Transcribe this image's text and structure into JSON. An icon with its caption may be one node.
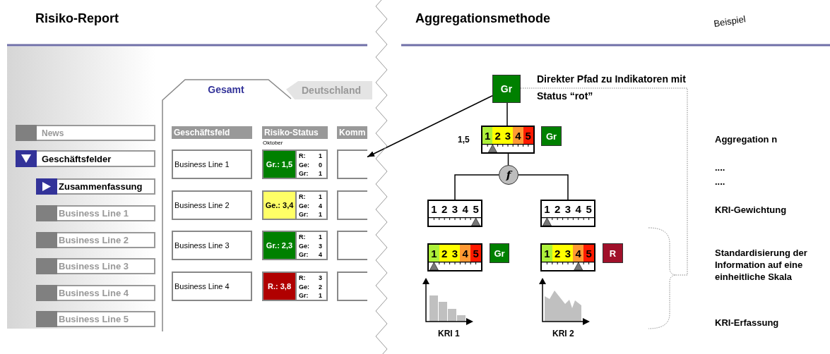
{
  "diagram": {
    "nodes": [
      {
        "text": [
          "Gesamt"
        ]
      },
      {
        "text": [
          "Deutschland"
        ]
      },
      {
        "text": [
          "News"
        ]
      },
      {
        "text": [
          "Geschäftsfelder"
        ]
      },
      {
        "text": [
          "Zusammenfassung"
        ]
      },
      {
        "text": [
          "Business Line 1"
        ]
      },
      {
        "text": [
          "Business Line 2"
        ]
      },
      {
        "text": [
          "Business Line 3"
        ]
      },
      {
        "text": [
          "Business Line 4"
        ]
      },
      {
        "text": [
          "Business Line 5"
        ]
      },
      {
        "text": [
          "Geschäftsfeld"
        ]
      },
      {
        "text": [
          "Risiko-Status"
        ],
        "beside": [
          "Oktober"
        ]
      },
      {
        "text": [
          "Komm"
        ]
      },
      {
        "text": [
          "Business Line 1"
        ]
      },
      {
        "text": [
          "Gr.: 1,5"
        ]
      },
      {
        "text": [
          "R:",
          "1",
          "Ge:",
          "0",
          "Gr:",
          "1"
        ]
      },
      {
        "text": [],
        "shape": "box"
      },
      {
        "text": [
          "Business Line 2"
        ]
      },
      {
        "text": [
          "Ge.: 3,4"
        ]
      },
      {
        "text": [
          "R:",
          "1",
          "Ge:",
          "4",
          "Gr:",
          "1"
        ]
      },
      {
        "text": [],
        "shape": "box"
      },
      {
        "text": [
          "Business Line 3"
        ]
      },
      {
        "text": [
          "Gr.: 2,3"
        ]
      },
      {
        "text": [
          "R:",
          "1",
          "Ge:",
          "3",
          "Gr:",
          "4"
        ]
      },
      {
        "text": [],
        "shape": "box"
      },
      {
        "text": [
          "Business Line 4"
        ]
      },
      {
        "text": [
          "R.: 3,8"
        ]
      },
      {
        "text": [
          "R:",
          "3",
          "Ge:",
          "2",
          "Gr:",
          "1"
        ]
      },
      {
        "text": [],
        "shape": "box"
      },
      {
        "text": [
          "Gr"
        ]
      },
      {
        "text": [
          "1",
          "2",
          "3",
          "4",
          "5"
        ],
        "beside": [
          "1,5"
        ]
      },
      {
        "text": [
          "Gr"
        ]
      },
      {
        "text": [
          "f"
        ]
      },
      {
        "text": [
          "1",
          "2",
          "3",
          "4",
          "5"
        ]
      },
      {
        "text": [
          "1",
          "2",
          "3",
          "4",
          "5"
        ]
      },
      {
        "text": [
          "1",
          "2",
          "3",
          "4",
          "5"
        ]
      },
      {
        "text": [
          "Gr"
        ]
      },
      {
        "text": [
          "1",
          "2",
          "3",
          "4",
          "5"
        ]
      },
      {
        "text": [
          "R"
        ]
      },
      {
        "text": [],
        "shape": "bracket"
      }
    ],
    "edges": [
      {
        "from": 29,
        "to": 16,
        "arrow": "to"
      },
      {
        "from": 29,
        "to": 30,
        "arrow": "none"
      },
      {
        "from": 30,
        "to": 32,
        "arrow": "none"
      },
      {
        "from": 32,
        "to": 33,
        "arrow": "none"
      },
      {
        "from": 32,
        "to": 34,
        "arrow": "none"
      },
      {
        "from": 29,
        "to": 39,
        "arrow": "none",
        "style": "dashed",
        "color": "#888888"
      }
    ],
    "labels": [
      "Risiko-Report",
      "Aggregationsmethode",
      "Beispiel",
      "Direkter Pfad zu Indikatoren mit Status “rot”",
      "Aggregation n",
      "....",
      "....",
      "KRI-Gewichtung",
      "Standardisierung der Information auf eine einheitliche Skala",
      "KRI-Erfassung",
      "KRI 1",
      "KRI 2"
    ]
  }
}
